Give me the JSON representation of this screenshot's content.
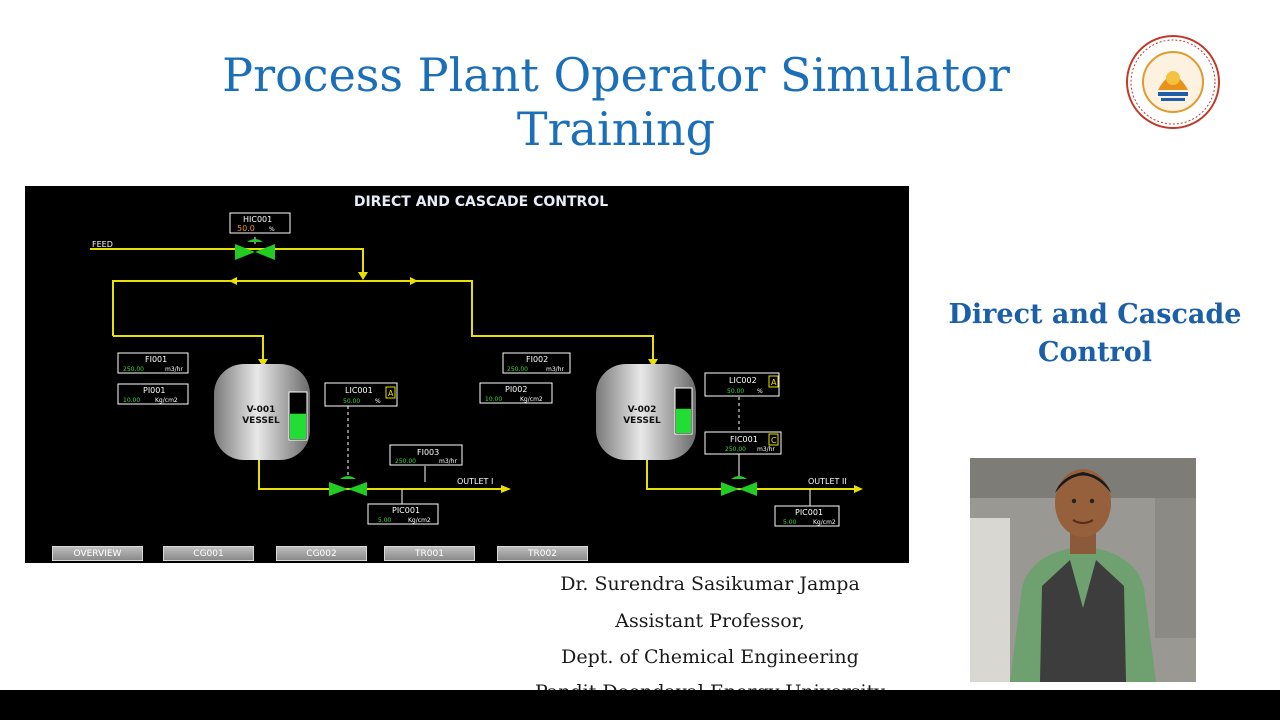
{
  "title_line1": "Process Plant Operator Simulator",
  "title_line2": "Training",
  "side_title_line1": "Direct and Cascade",
  "side_title_line2": "Control",
  "author": {
    "name": "Dr. Surendra Sasikumar Jampa",
    "role": "Assistant Professor,",
    "dept": "Dept. of Chemical Engineering",
    "univ": "Pandit Deendayal Energy University"
  },
  "hmi": {
    "title": "DIRECT AND CASCADE CONTROL",
    "feed": "FEED",
    "outlet1": "OUTLET I",
    "outlet2": "OUTLET II",
    "hic001": {
      "tag": "HIC001",
      "value": "50.0",
      "unit": "%"
    },
    "fi001": {
      "tag": "FI001",
      "value": "250.00",
      "unit": "m3/hr"
    },
    "pi001": {
      "tag": "PI001",
      "value": "10.00",
      "unit": "Kg/cm2"
    },
    "lic001": {
      "tag": "LIC001",
      "value": "50.00",
      "unit": "%",
      "mode": "A"
    },
    "fi003": {
      "tag": "FI003",
      "value": "250.00",
      "unit": "m3/hr"
    },
    "pic001_a": {
      "tag": "PIC001",
      "value": "5.00",
      "unit": "Kg/cm2"
    },
    "fi002": {
      "tag": "FI002",
      "value": "250.00",
      "unit": "m3/hr"
    },
    "pi002": {
      "tag": "PI002",
      "value": "10.00",
      "unit": "Kg/cm2"
    },
    "lic002": {
      "tag": "LIC002",
      "value": "50.00",
      "unit": "%",
      "mode": "A"
    },
    "fic001": {
      "tag": "FIC001",
      "value": "250.00",
      "unit": "m3/hr",
      "mode": "C"
    },
    "pic001_b": {
      "tag": "PIC001",
      "value": "5.00",
      "unit": "Kg/cm2"
    },
    "vessel1": {
      "line1": "V-001",
      "line2": "VESSEL",
      "level": 0.55
    },
    "vessel2": {
      "line1": "V-002",
      "line2": "VESSEL",
      "level": 0.55
    },
    "nav": [
      "OVERVIEW",
      "CG001",
      "CG002",
      "TR001",
      "TR002"
    ]
  },
  "colors": {
    "title": "#1a6fb8",
    "pipe": "#e8e000",
    "value": "#33dd33",
    "box": "#ffffff",
    "valve": "#22cc22"
  }
}
